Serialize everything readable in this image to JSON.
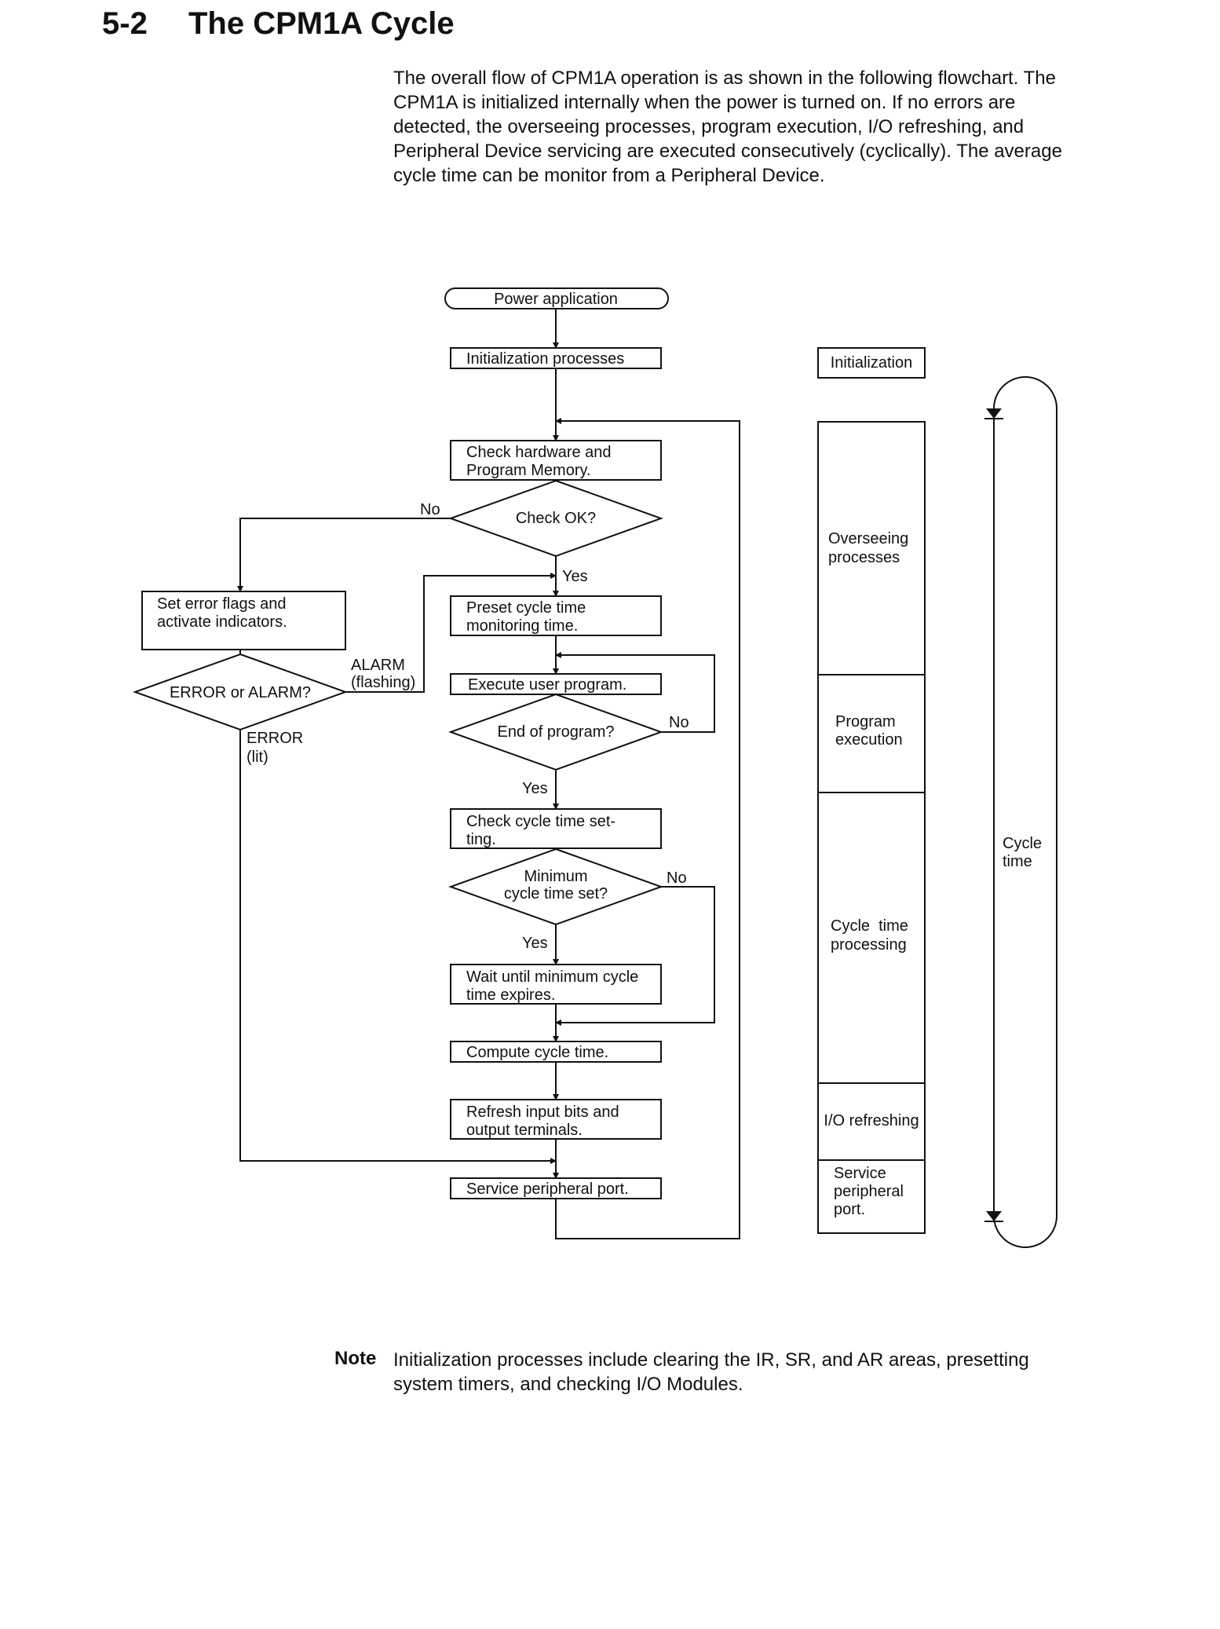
{
  "section": {
    "number": "5-2",
    "title": "The CPM1A Cycle"
  },
  "intro": "The overall flow of CPM1A operation is as shown in the following flowchart. The CPM1A is initialized internally when the power is turned on. If no errors are detected, the overseeing processes, program execution, I/O refreshing, and Peripheral Device servicing are executed consecutively (cyclically). The average cycle time can be monitor from a Peripheral Device.",
  "flowchart": {
    "start": "Power application",
    "init": "Initialization processes",
    "check_hw": [
      "Check hardware and",
      "Program Memory."
    ],
    "check_ok": "Check OK?",
    "set_error": [
      "Set error flags and",
      "activate indicators."
    ],
    "error_alarm": "ERROR or ALARM?",
    "preset": [
      "Preset cycle time",
      "monitoring time."
    ],
    "execute": "Execute user program.",
    "end_program": "End of program?",
    "check_cycle": [
      "Check cycle time set-",
      "ting."
    ],
    "min_cycle": [
      "Minimum",
      "cycle time set?"
    ],
    "wait": [
      "Wait until minimum cycle",
      "time expires."
    ],
    "compute": "Compute cycle time.",
    "refresh": [
      "Refresh input bits and",
      "output terminals."
    ],
    "service": "Service peripheral port.",
    "labels": {
      "no": "No",
      "yes": "Yes",
      "alarm": [
        "ALARM",
        "(flashing)"
      ],
      "error": [
        "ERROR",
        "(lit)"
      ]
    }
  },
  "phases": {
    "initialization": "Initialization",
    "overseeing": [
      "Overseeing",
      "processes"
    ],
    "program": [
      "Program",
      "execution"
    ],
    "cycle_time": [
      "Cycle  time",
      "processing"
    ],
    "io": "I/O refreshing",
    "service": [
      "Service",
      "peripheral",
      "port."
    ]
  },
  "cycle_time_label": [
    "Cycle",
    "time"
  ],
  "note": {
    "label": "Note",
    "text": "Initialization processes include clearing the IR, SR, and AR areas, presetting system timers, and checking I/O Modules."
  }
}
